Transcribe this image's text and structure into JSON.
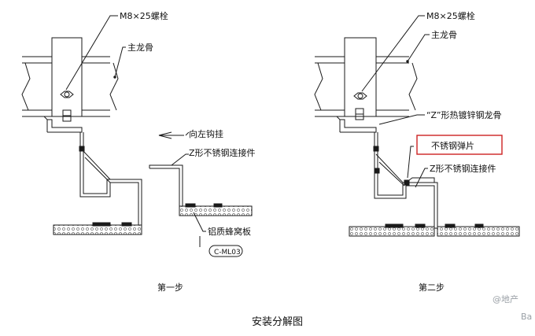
{
  "labels": {
    "bolt": "M8×25螺栓",
    "main_keel": "主龙骨",
    "hook_left": "向左钩挂",
    "z_connector": "Z形不锈钢连接件",
    "al_honeycomb": "铝质蜂窝板",
    "tag_code": "C-ML03",
    "z_galv_keel": "“Z”形热镀锌钢龙骨",
    "ss_spring": "不锈钢弹片"
  },
  "captions": {
    "step1": "第一步",
    "step2": "第二步"
  },
  "title": "安装分解图",
  "watermark": {
    "line1": "@地产",
    "line2": "Ba"
  },
  "colors": {
    "line": "#1a1a1a",
    "highlight_box": "#cc2222"
  }
}
